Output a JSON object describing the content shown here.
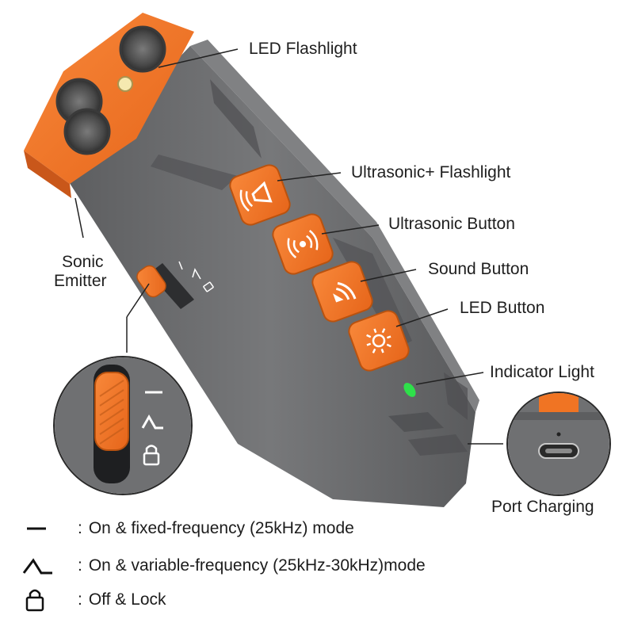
{
  "labels": {
    "led_flashlight": "LED Flashlight",
    "ultrasonic_flashlight": "Ultrasonic+ Flashlight",
    "ultrasonic_button": "Ultrasonic Button",
    "sound_button": "Sound Button",
    "led_button": "LED Button",
    "indicator_light": "Indicator Light",
    "sonic_emitter_line1": "Sonic",
    "sonic_emitter_line2": "Emitter",
    "port_charging": "Port Charging"
  },
  "legend": [
    {
      "icon": "dash-icon",
      "colon": ":",
      "text": "On & fixed-frequency (25kHz) mode"
    },
    {
      "icon": "wave-icon",
      "colon": ":",
      "text": "On & variable-frequency (25kHz-30kHz)mode"
    },
    {
      "icon": "lock-icon",
      "colon": ":",
      "text": "Off & Lock"
    }
  ],
  "colors": {
    "body": "#6e6f71",
    "body_dark": "#4c4d4f",
    "accent": "#f07423",
    "indicator": "#2ee04a",
    "text": "#1f1f1f"
  }
}
